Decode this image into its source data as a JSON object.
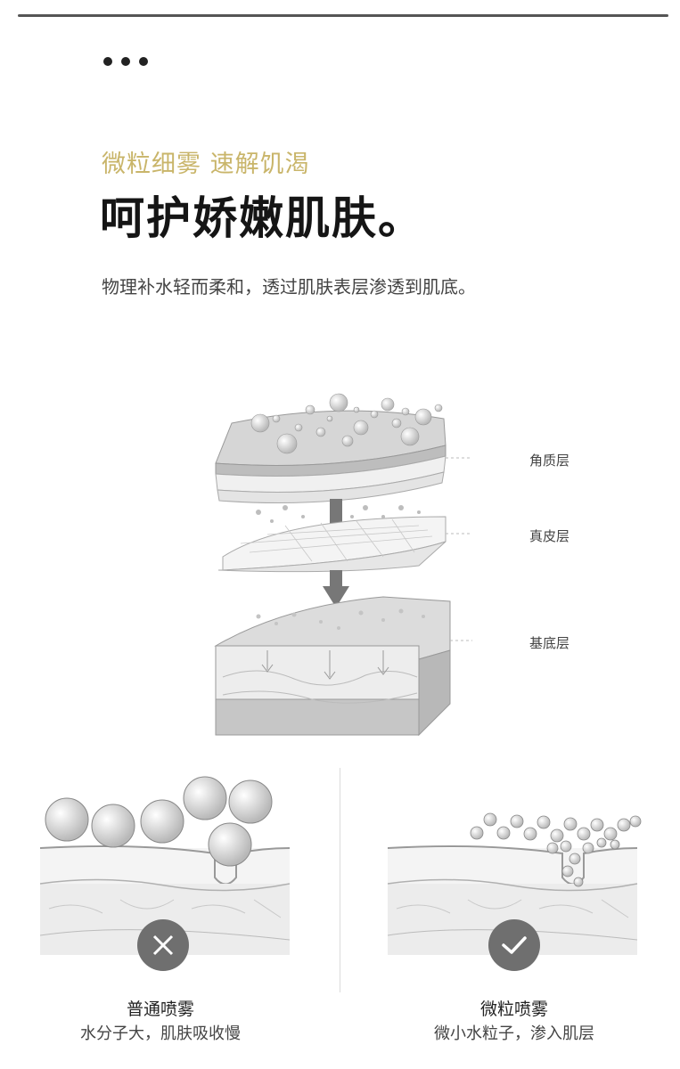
{
  "header": {
    "kicker": "微粒细雾  速解饥渴",
    "headline": "呵护娇嫩肌肤。",
    "description": "物理补水轻而柔和，透过肌肤表层渗透到肌底。"
  },
  "diagram": {
    "layers": [
      {
        "label": "角质层"
      },
      {
        "label": "真皮层"
      },
      {
        "label": "基底层"
      }
    ]
  },
  "comparison": {
    "left": {
      "title": "普通喷雾",
      "subtitle": "水分子大，肌肤吸收慢",
      "badge_icon": "cross-icon"
    },
    "right": {
      "title": "微粒喷雾",
      "subtitle": "微小水粒子，渗入肌层",
      "badge_icon": "check-icon"
    }
  },
  "colors": {
    "accent": "#c9b56a",
    "headline": "#151515",
    "badge": "#6f6f6f"
  }
}
